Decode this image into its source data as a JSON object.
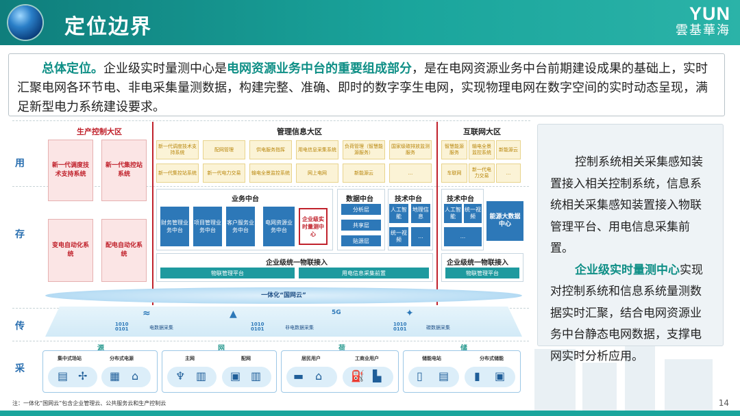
{
  "header": {
    "title": "定位边界",
    "logo_top": "YUN",
    "logo_bottom": "雲基華海"
  },
  "intro": {
    "lead": "总体定位。",
    "p1": "企业级实时量测中心是",
    "hl": "电网资源业务中台的重要组成部分",
    "p2": "，是在电网资源业务中台前期建设成果的基础上，实时汇聚电网各环节电、非电采集量测数据，构建完整、准确、即时的数字孪生电网，实现物理电网在数字空间的实时动态呈现，满足新型电力系统建设要求。"
  },
  "rows": {
    "use": "用",
    "store": "存",
    "transmit": "传",
    "collect": "采"
  },
  "zones": {
    "production": "生产控制大区",
    "management": "管理信息大区",
    "internet": "互联网大区"
  },
  "production": {
    "use_boxes": [
      "新一代调度技术支持系统",
      "新一代集控站系统"
    ],
    "store_boxes": [
      "变电自动化系统",
      "配电自动化系统"
    ]
  },
  "management": {
    "apps_row1": [
      "新一代调度技术支持系统",
      "配网管理",
      "供电服务指挥",
      "用电信息采集系统",
      "负荷管理（智慧能源服务）",
      "国家级碳排放监测服务"
    ],
    "apps_row2": [
      "新一代集控站系统",
      "新一代电力交易",
      "输电全景监控系统",
      "网上电网",
      "新能源云",
      "..."
    ],
    "business_platform": {
      "title": "业务中台",
      "items": [
        "财务管理业务中台",
        "项目管理业务中台",
        "客户服务业务中台",
        "电网资源业务中台"
      ],
      "selected": "企业级实时量测中心"
    },
    "data_platform": {
      "title": "数据中台",
      "items": [
        "分析层",
        "共享层",
        "贴源层"
      ]
    },
    "tech_platform": {
      "title": "技术中台",
      "items": [
        "人工智能",
        "地理信息",
        "统一视频",
        "..."
      ]
    },
    "iot": {
      "title": "企业级统一物联接入",
      "items": [
        "物联管理平台",
        "用电信息采集前置"
      ]
    }
  },
  "internet": {
    "apps_row1": [
      "智慧能源服务",
      "输电全景监控系统",
      "新能源云"
    ],
    "apps_row2": [
      "车联网",
      "新一代电力交易",
      "..."
    ],
    "tech_platform": {
      "title": "技术中台",
      "items": [
        "人工智能",
        "统一视频",
        "..."
      ]
    },
    "bigdata": "能源大数据中心",
    "iot": {
      "title": "企业级统一物联接入",
      "items": [
        "物联管理平台"
      ]
    }
  },
  "cloud": "一体化“国网云”",
  "transmission": {
    "items": [
      "电数据采集",
      "非电数据采集",
      "碳数据采集"
    ],
    "fiveg": "5G"
  },
  "sources": [
    {
      "label": "源",
      "subs": [
        "集中式场站",
        "分布式电源"
      ]
    },
    {
      "label": "网",
      "subs": [
        "主网",
        "配网"
      ]
    },
    {
      "label": "荷",
      "subs": [
        "居民用户",
        "工商业用户"
      ]
    },
    {
      "label": "储",
      "subs": [
        "储能电站",
        "分布式储能"
      ]
    }
  ],
  "right_panel": {
    "p1": "控制系统相关采集感知装置接入相关控制系统，信息系统相关采集感知装置接入物联管理平台、用电信息采集前置。",
    "hl": "企业级实时量测中心",
    "p2": "实现对控制系统和信息系统量测数据实时汇聚，结合电网资源业务中台静态电网数据，支撑电网实时分析应用。"
  },
  "footnote": "注：一体化“国网云”包含企业管理云、公共服务云和生产控制云",
  "page_number": "14",
  "colors": {
    "teal": "#1aa59c",
    "blue": "#2d78b8",
    "red": "#c0212b"
  }
}
